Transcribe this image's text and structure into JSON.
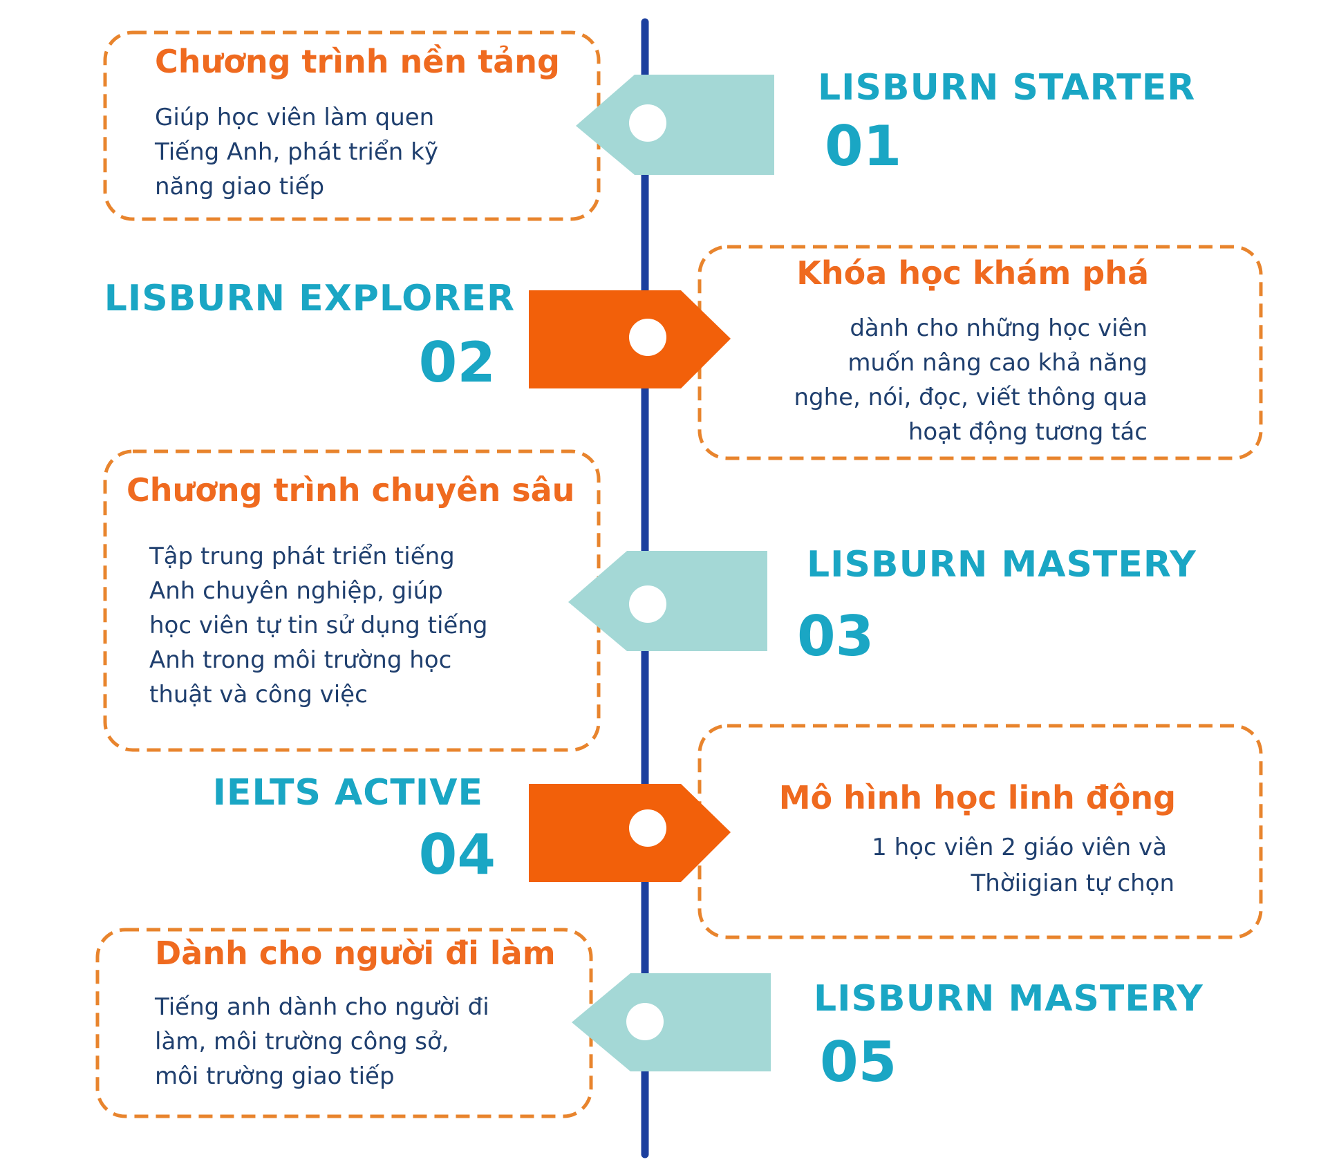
{
  "colors": {
    "timeline": "#1c3f9e",
    "card_border": "#e8842d",
    "title": "#ef6a1f",
    "body_text": "#1f3f6e",
    "program_text": "#1aa6c4",
    "tag_light": "#a4d8d6",
    "tag_orange": "#f2600a",
    "tag_hole": "#ffffff"
  },
  "items": [
    {
      "card_title": "Chương trình nền tảng",
      "card_lines": [
        "Giúp học viên làm quen",
        "Tiếng Anh, phát triển kỹ",
        "năng giao tiếp"
      ],
      "program_name": "LISBURN  STARTER",
      "program_number": "01"
    },
    {
      "card_title": "Khóa học khám phá",
      "card_lines": [
        "dành cho những học viên",
        "muốn nâng cao khả năng",
        "nghe, nói, đọc, viết thông qua",
        "hoạt động tương tác"
      ],
      "program_name": "LISBURN EXPLORER",
      "program_number": "02"
    },
    {
      "card_title": "Chương trình chuyên sâu",
      "card_lines": [
        "Tập trung phát triển tiếng",
        "Anh chuyên nghiệp, giúp",
        "học viên tự tin sử dụng tiếng",
        "Anh trong môi trường học",
        "thuật và công việc"
      ],
      "program_name": "LISBURN MASTERY",
      "program_number": "03"
    },
    {
      "card_title": "Mô hình học linh động",
      "card_lines": [
        "1 học viên 2 giáo viên và",
        "Thờiigian tự chọn"
      ],
      "program_name": "IELTS ACTIVE",
      "program_number": "04"
    },
    {
      "card_title": "Dành cho người đi làm",
      "card_lines": [
        "Tiếng anh dành cho người đi",
        "làm, môi trường công sở,",
        "môi trường giao tiếp"
      ],
      "program_name": "LISBURN MASTERY",
      "program_number": "05"
    }
  ]
}
